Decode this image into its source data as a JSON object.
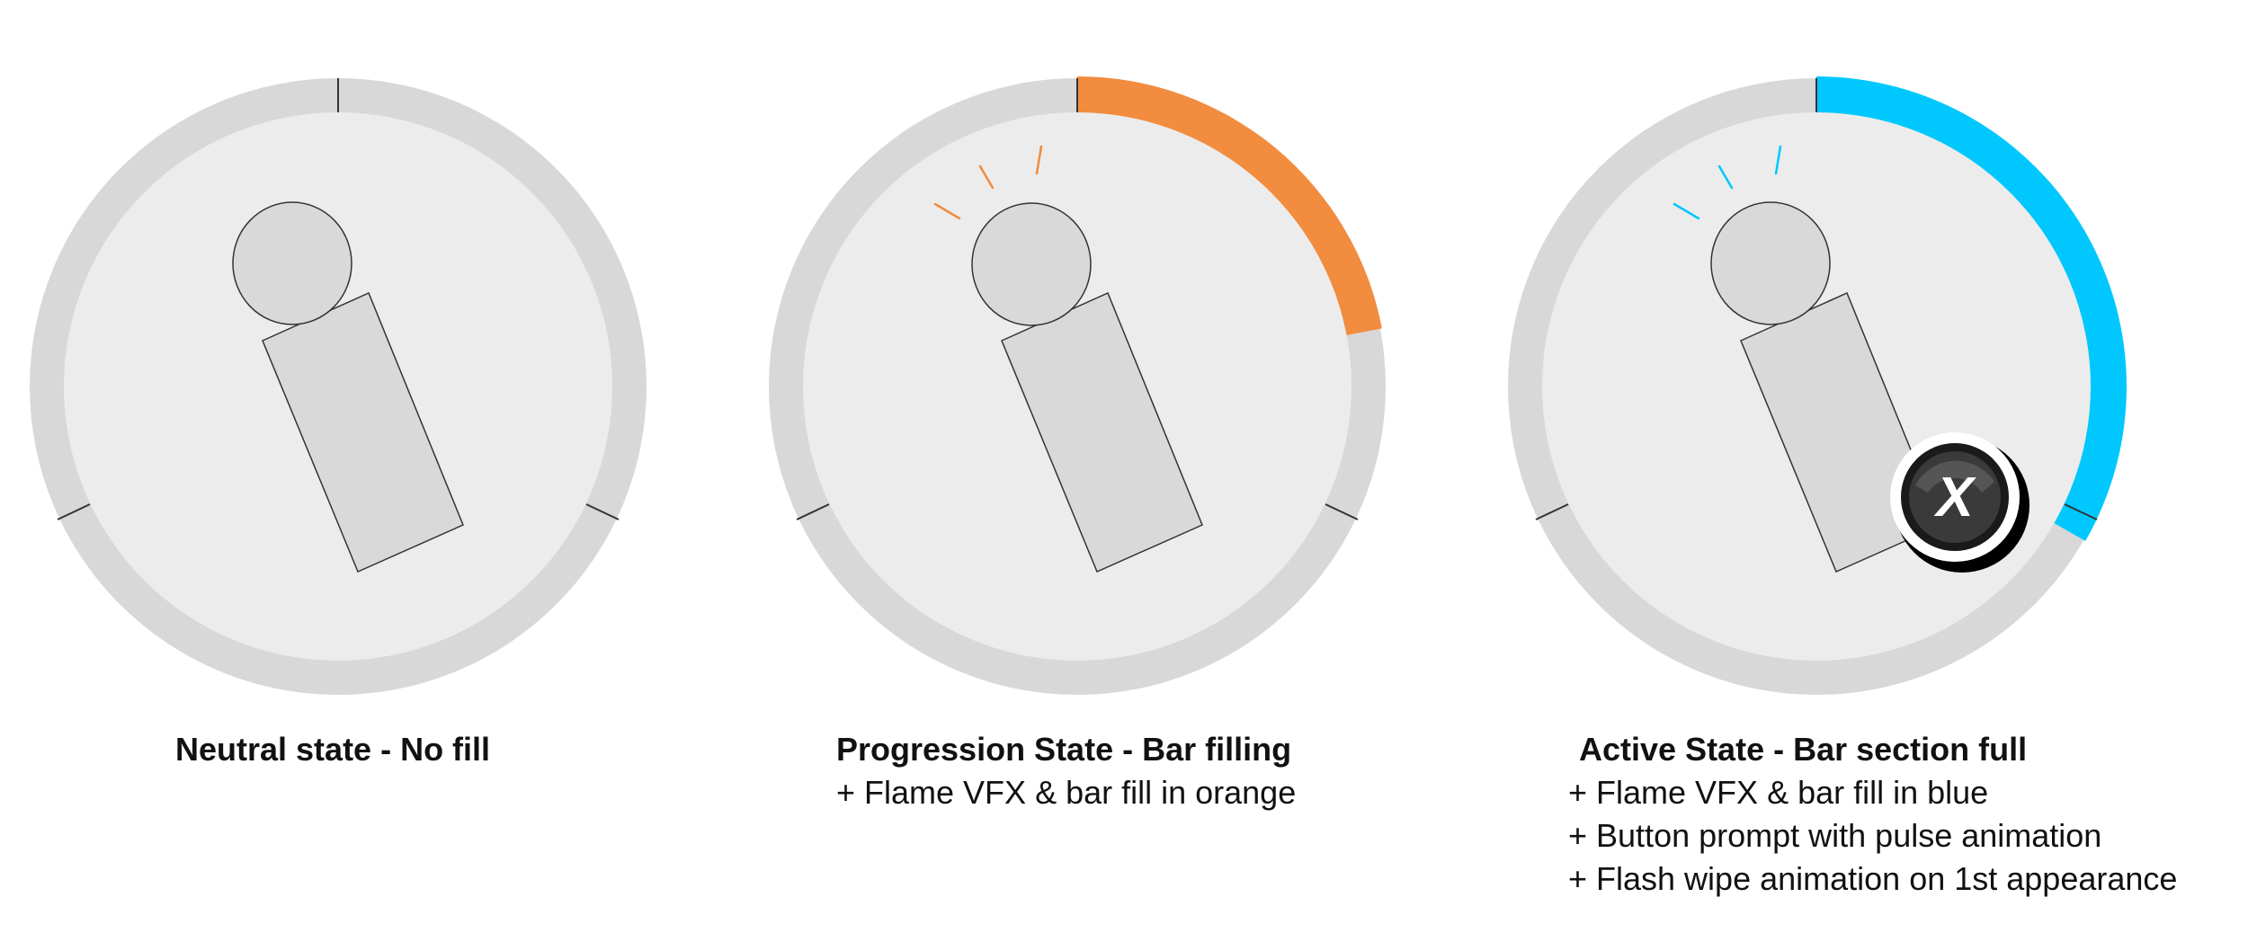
{
  "states": [
    {
      "title": "Neutral state - No fill",
      "notes": [],
      "fill_color": "",
      "fill_fraction": 0,
      "flame_vfx": false,
      "button_prompt": false
    },
    {
      "title": "Progression State - Bar filling",
      "notes": [
        "+ Flame VFX & bar fill in orange"
      ],
      "fill_color": "#f28c3e",
      "fill_fraction": 0.22,
      "flame_vfx": true,
      "button_prompt": false
    },
    {
      "title": "Active State - Bar section full",
      "notes": [
        "+ Flame VFX & bar fill in blue",
        "+ Button prompt with pulse animation",
        "+ Flash wipe animation on 1st appearance"
      ],
      "fill_color": "#00c8ff",
      "fill_fraction": 0.333,
      "flame_vfx": true,
      "button_prompt": true,
      "button_label": "X"
    }
  ],
  "colors": {
    "ring_track": "#d8d8d8",
    "dial_face": "#ececec",
    "figure_fill": "#d9d9d9",
    "outline": "#333333"
  }
}
